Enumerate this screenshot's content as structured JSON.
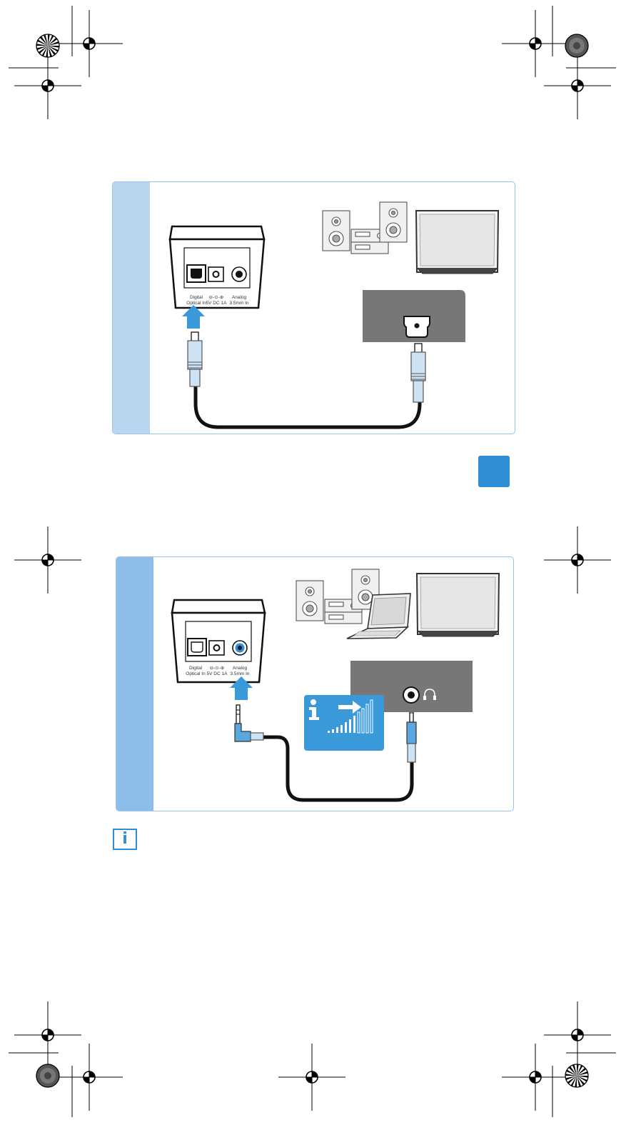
{
  "panel1": {
    "device": {
      "port_digital": [
        "Digital",
        "Optical In"
      ],
      "port_power": [
        "⊖-⊙-⊕",
        "5V DC 1A"
      ],
      "port_analog": [
        "Analog",
        "3.5mm In"
      ]
    },
    "source_devices": [
      "stereo-system",
      "tv"
    ],
    "output_port_icon": "optical-port-icon",
    "connection": "optical-cable"
  },
  "panel2": {
    "device": {
      "port_digital": [
        "Digital",
        "Optical In"
      ],
      "port_power": [
        "⊖-⊙-⊕",
        "5V DC 1A"
      ],
      "port_analog": [
        "Analog",
        "3.5mm In"
      ]
    },
    "source_devices": [
      "stereo-system",
      "laptop",
      "tv"
    ],
    "output_port_icons": [
      "jack-port-icon",
      "headphone-icon"
    ],
    "info_tip_icon": "volume-increase-icon",
    "connection": "audio-jack-cable"
  },
  "note": {
    "icon": "info-icon",
    "glyph": "i"
  },
  "colors": {
    "accent_blue": "#2e8fd6",
    "light_blue": "#b9d6f1",
    "panel_border": "#9cc3e6",
    "port_box_gray": "#787676"
  }
}
